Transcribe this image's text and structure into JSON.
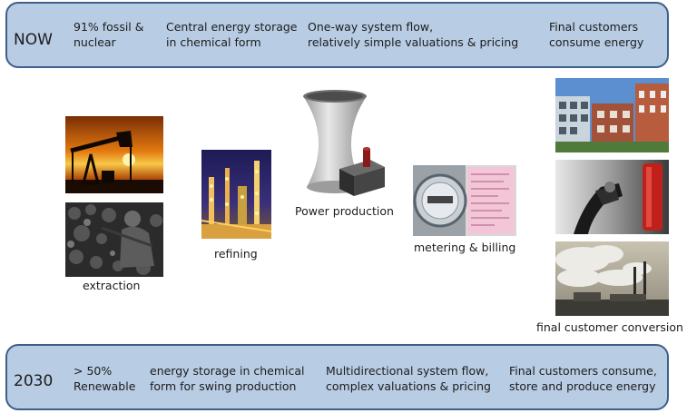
{
  "now": {
    "label": "NOW",
    "cells": [
      {
        "line1": "91% fossil &",
        "line2": "nuclear"
      },
      {
        "line1": "Central energy storage",
        "line2": "in chemical form"
      },
      {
        "line1": "One-way system flow,",
        "line2": "relatively simple valuations & pricing"
      },
      {
        "line1": "Final customers",
        "line2": "consume energy"
      }
    ]
  },
  "future": {
    "label": "2030",
    "cells": [
      {
        "line1": "> 50%",
        "line2": "Renewable"
      },
      {
        "line1": "energy storage in chemical",
        "line2": "form for swing production"
      },
      {
        "line1": "Multidirectional system flow,",
        "line2": "complex valuations & pricing"
      },
      {
        "line1": "Final customers consume,",
        "line2": "store and produce energy"
      }
    ]
  },
  "stages": {
    "extraction": "extraction",
    "refining": "refining",
    "power": "Power production",
    "metering": "metering & billing",
    "conversion": "final customer conversion"
  }
}
